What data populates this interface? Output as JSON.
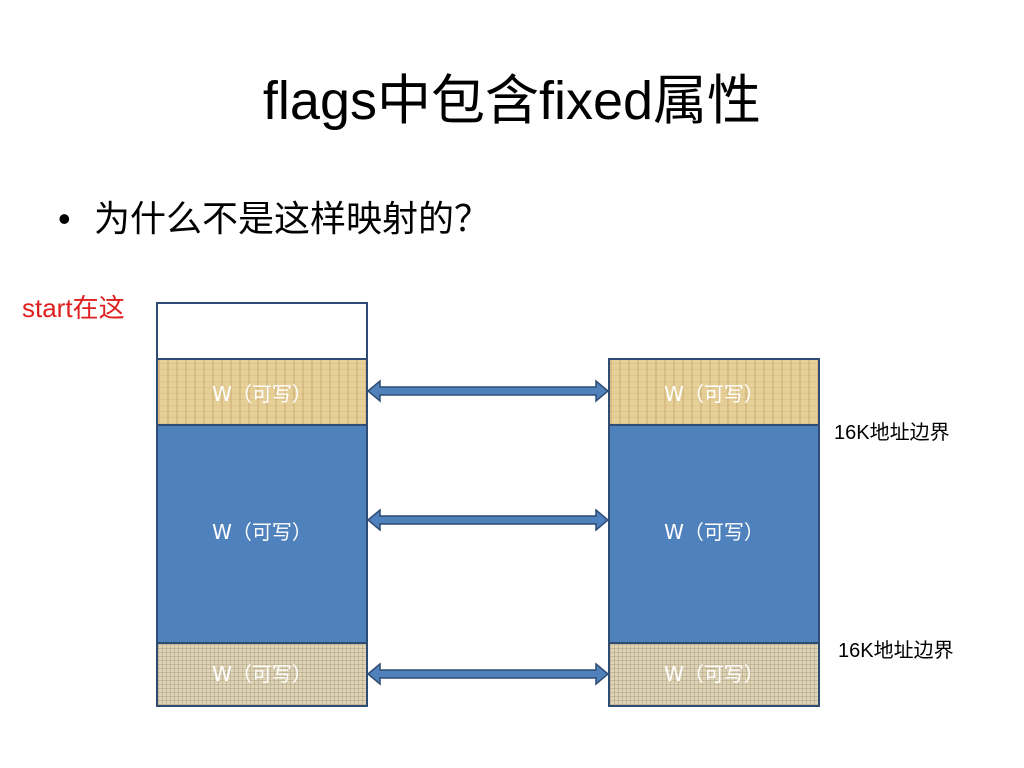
{
  "title": "flags中包含fixed属性",
  "bullet": {
    "marker": "•",
    "text": "为什么不是这样映射的？"
  },
  "start_label": "start在这",
  "left_column": {
    "top_block": "",
    "blocks": [
      "W（可写）",
      "W（可写）",
      "W（可写）"
    ]
  },
  "right_column": {
    "blocks": [
      "W（可写）",
      "W（可写）",
      "W（可写）"
    ]
  },
  "boundaries": [
    "16K地址边界",
    "16K地址边界"
  ],
  "colors": {
    "start_label": "#e02020",
    "blue_block": "#4f81bd",
    "arrow": "#4f81bd",
    "border": "#2f4d74"
  }
}
